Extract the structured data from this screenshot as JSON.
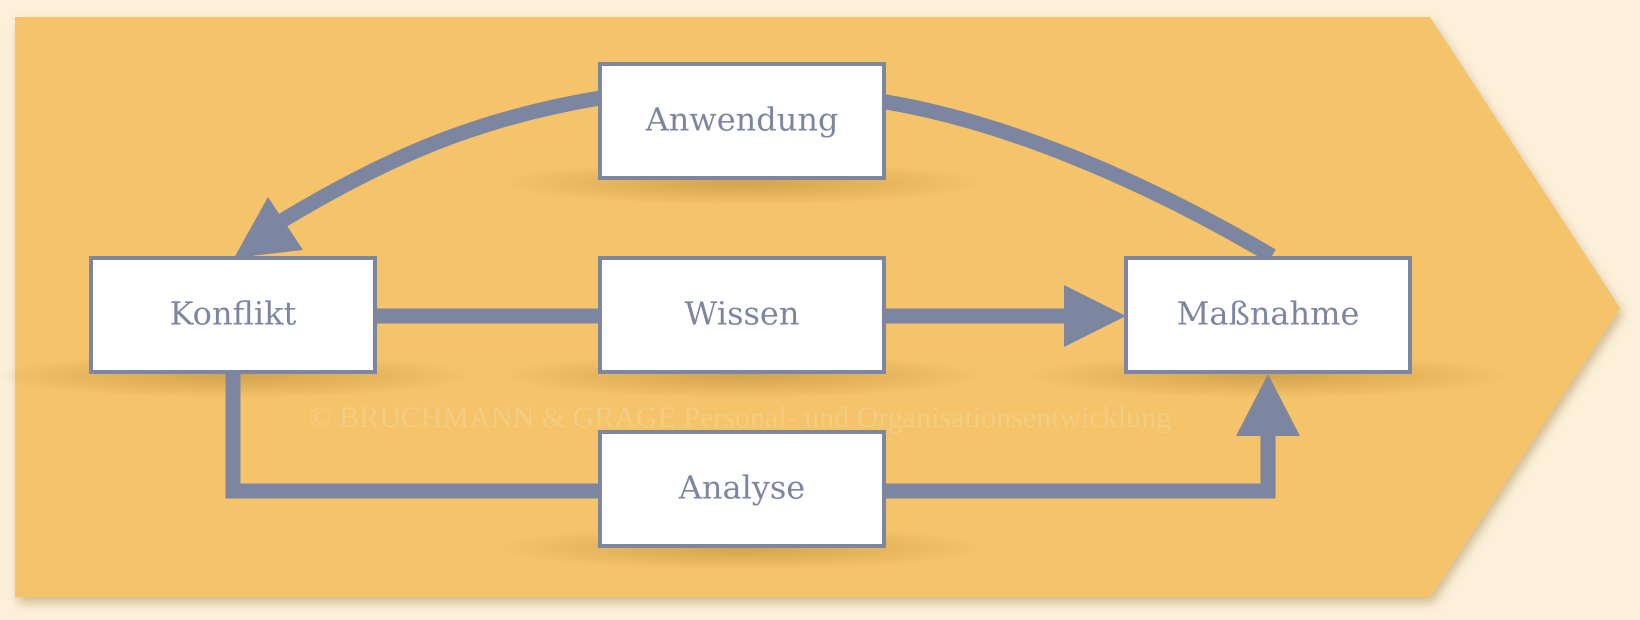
{
  "diagram": {
    "nodes": {
      "anwendung": "Anwendung",
      "konflikt": "Konflikt",
      "wissen": "Wissen",
      "massnahme": "Maßnahme",
      "analyse": "Analyse"
    },
    "watermark": "© BRUCHMANN & GRAGE Personal- und Organisationsentwicklung"
  },
  "colors": {
    "page_background": "#fcf0da",
    "banner_fill": "#f4c36b",
    "connector": "#7c86a0",
    "box_fill": "#ffffff",
    "box_border": "#7c86a0",
    "text": "#7c86a0"
  }
}
